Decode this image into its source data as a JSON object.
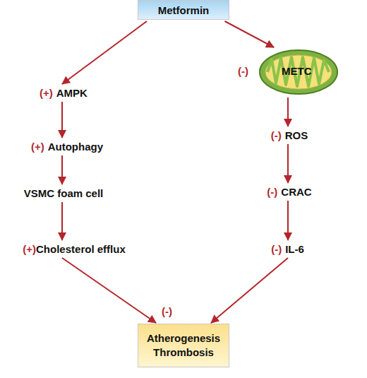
{
  "diagram": {
    "nodes": [
      {
        "text": [
          "Metformin"
        ]
      },
      {
        "text": [
          "(+)",
          "AMPK"
        ]
      },
      {
        "text": [
          "(-)",
          "METC"
        ]
      },
      {
        "text": [
          "(+)",
          "Autophagy"
        ]
      },
      {
        "text": [
          "(-)",
          "ROS"
        ]
      },
      {
        "text": [
          "VSMC foam cell"
        ]
      },
      {
        "text": [
          "(-)",
          "CRAC"
        ]
      },
      {
        "text": [
          "(+)",
          "Cholesterol efflux"
        ]
      },
      {
        "text": [
          "(-)",
          "IL-6"
        ]
      },
      {
        "text": [
          "Atherogenesis Thrombosis"
        ]
      }
    ],
    "edges": [
      {
        "from": 0,
        "to": 1,
        "arrow": "to"
      },
      {
        "from": 0,
        "to": 2,
        "arrow": "to"
      },
      {
        "from": 1,
        "to": 3,
        "arrow": "to"
      },
      {
        "from": 3,
        "to": 5,
        "arrow": "to"
      },
      {
        "from": 5,
        "to": 7,
        "arrow": "to"
      },
      {
        "from": 7,
        "to": 9,
        "arrow": "to"
      },
      {
        "from": 2,
        "to": 4,
        "arrow": "to"
      },
      {
        "from": 4,
        "to": 6,
        "arrow": "to"
      },
      {
        "from": 6,
        "to": 8,
        "arrow": "to"
      },
      {
        "from": 8,
        "to": 9,
        "arrow": "to"
      }
    ],
    "labels": [
      "(-)"
    ]
  }
}
